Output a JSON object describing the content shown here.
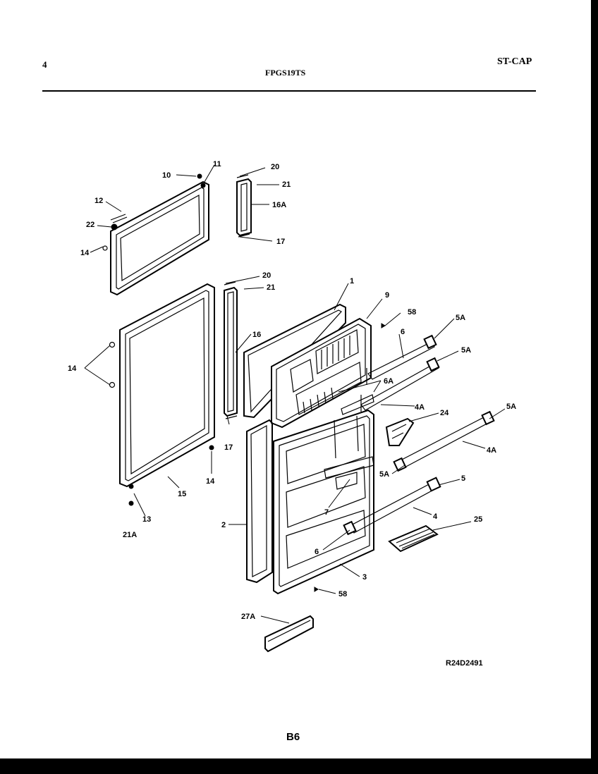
{
  "header": {
    "page_number": "4",
    "model": "FPGS19TS",
    "code": "ST-CAP"
  },
  "diagram": {
    "reference": "R24D2491",
    "page_label": "B6",
    "callouts": {
      "c1": "1",
      "c2": "2",
      "c3": "3",
      "c4": "4",
      "c4a_1": "4A",
      "c4a_2": "4A",
      "c5": "5",
      "c5a_1": "5A",
      "c5a_2": "5A",
      "c5a_3": "5A",
      "c5a_4": "5A",
      "c6_1": "6",
      "c6_2": "6",
      "c6a": "6A",
      "c7": "7",
      "c9": "9",
      "c10": "10",
      "c11": "11",
      "c12": "12",
      "c13": "13",
      "c14_1": "14",
      "c14_2": "14",
      "c14_3": "14",
      "c15": "15",
      "c16": "16",
      "c16a": "16A",
      "c17_1": "17",
      "c17_2": "17",
      "c20_1": "20",
      "c20_2": "20",
      "c21_1": "21",
      "c21_2": "21",
      "c21a": "21A",
      "c22": "22",
      "c24": "24",
      "c25": "25",
      "c27a": "27A",
      "c58_1": "58",
      "c58_2": "58"
    }
  }
}
